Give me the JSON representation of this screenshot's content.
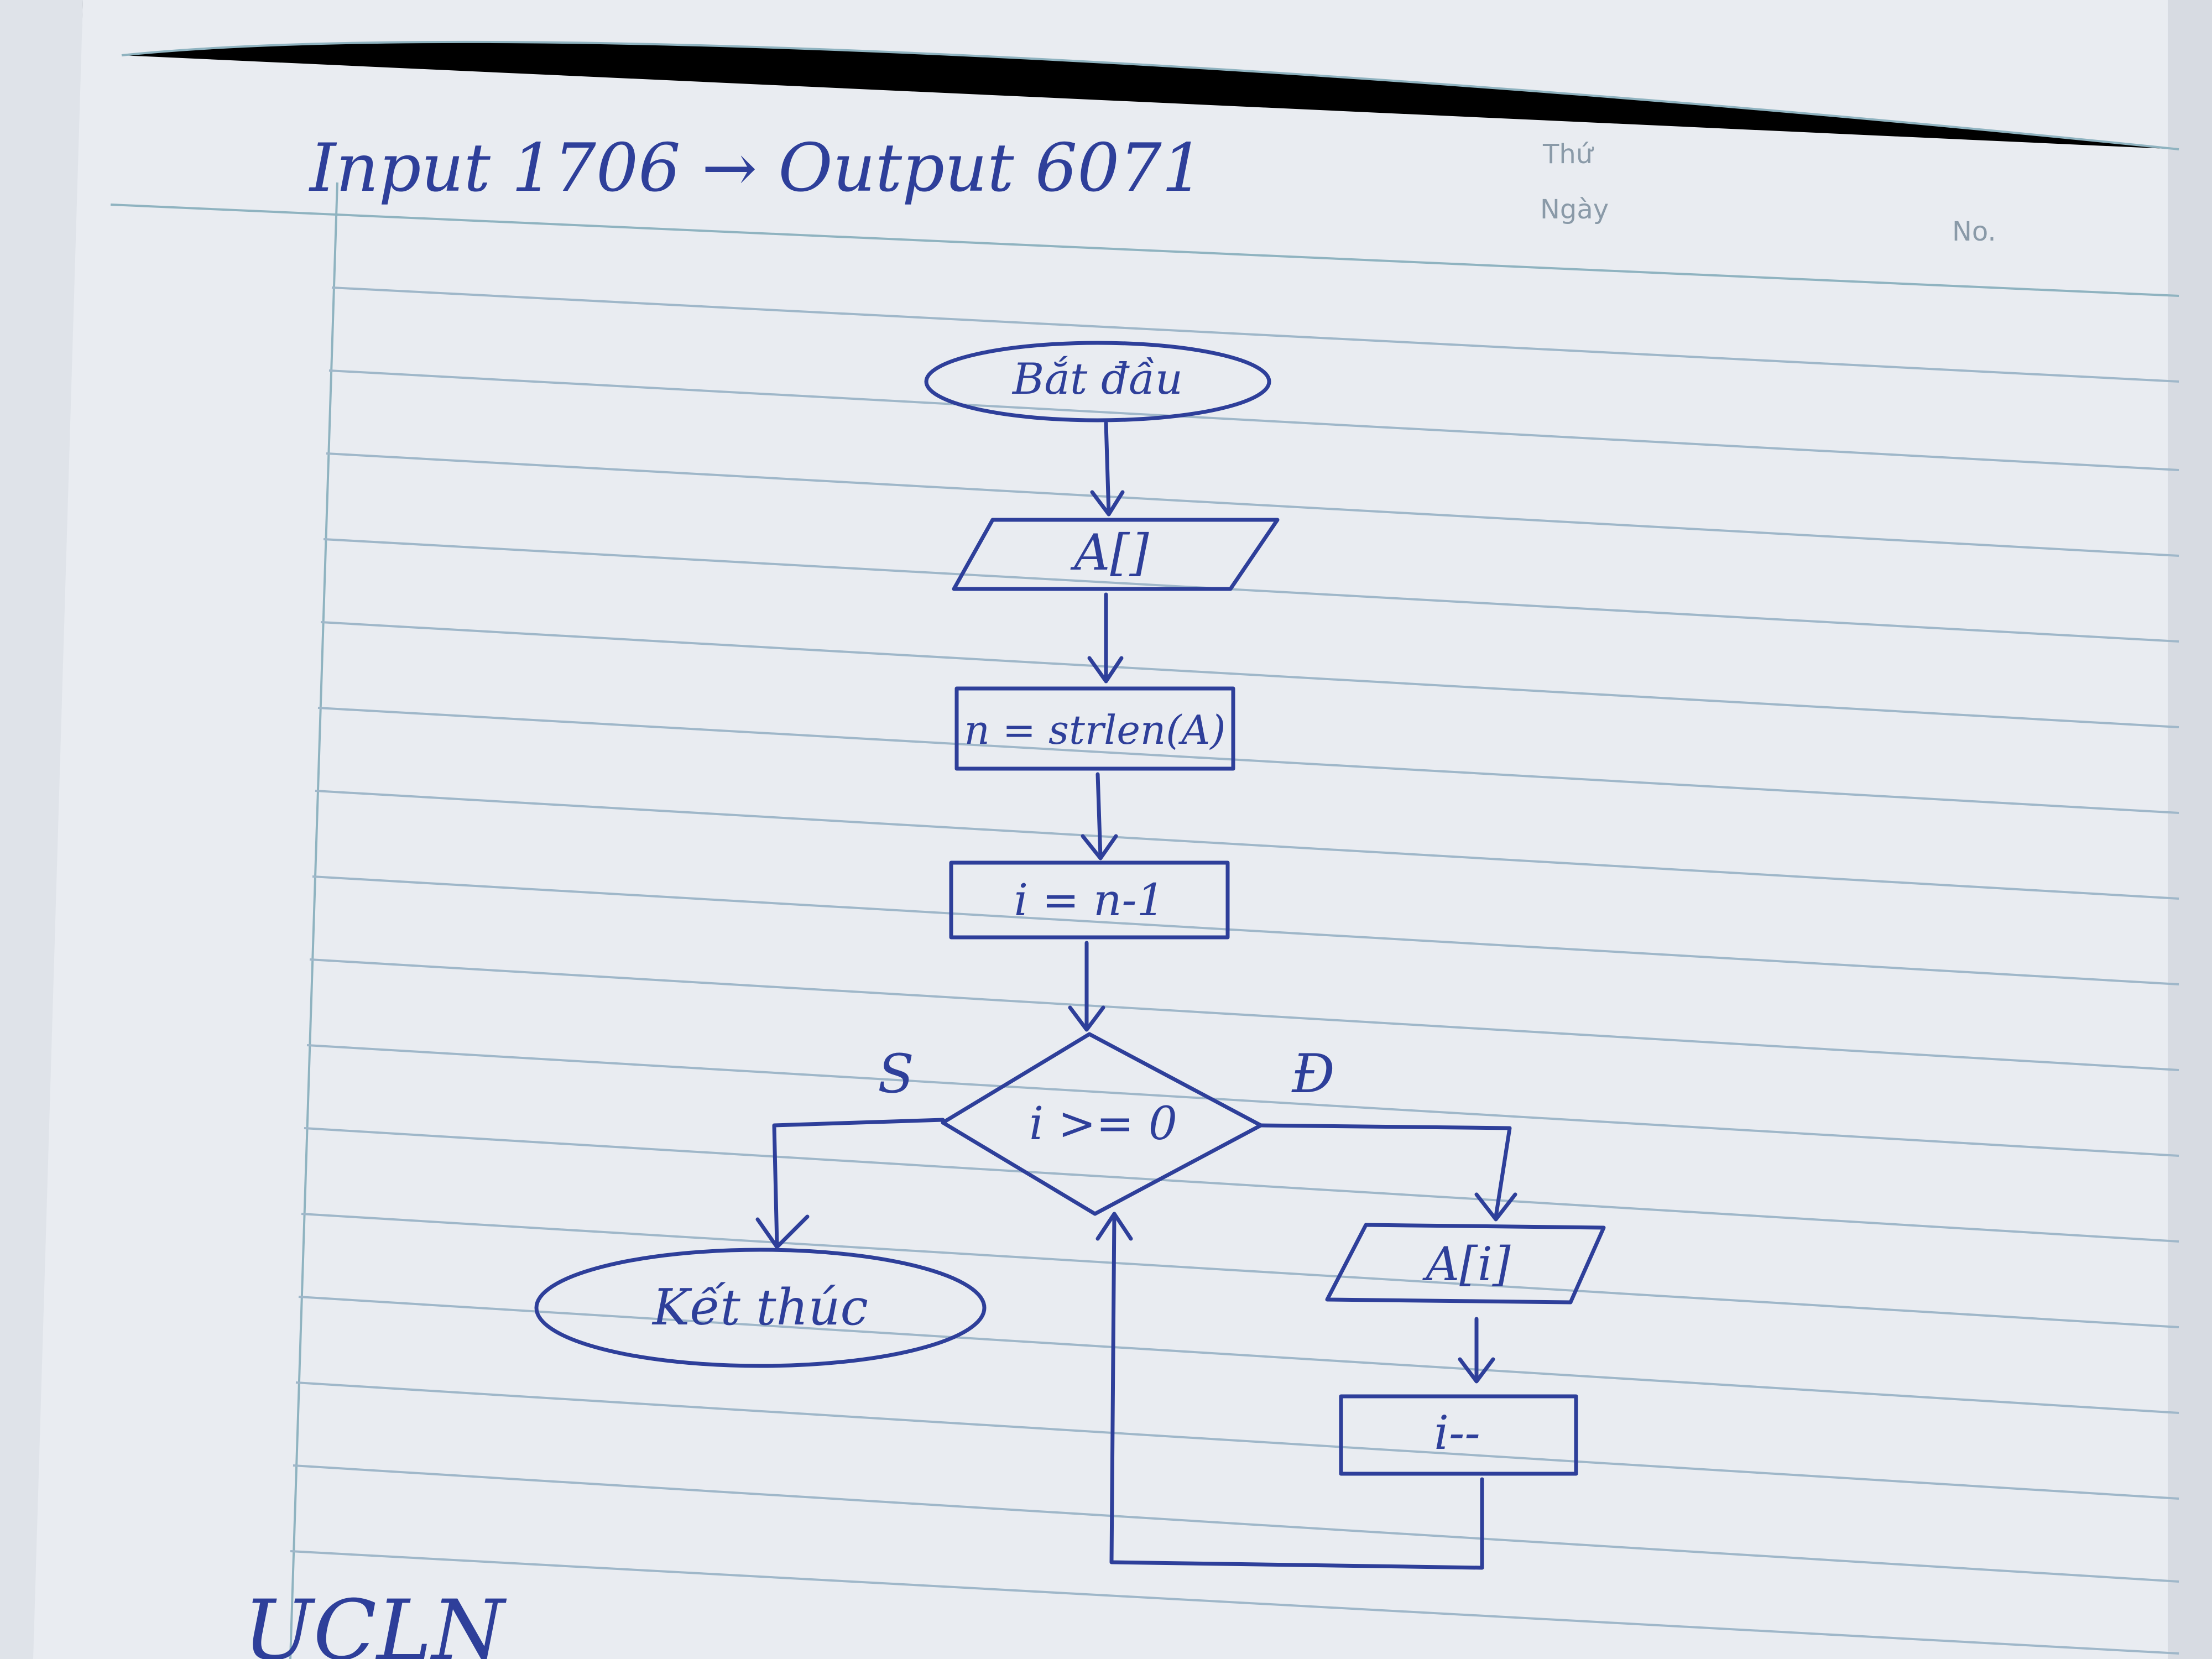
{
  "header": {
    "title": "Input 1706 → Output 6071",
    "print_thu": "Thứ",
    "print_ngay": "Ngày",
    "print_no": "No."
  },
  "flowchart": {
    "start": "Bắt đầu",
    "input_array": "A[]",
    "length_step": "n = strlen(A)",
    "init_step": "i = n-1",
    "condition": "i >= 0",
    "false_label": "S",
    "true_label": "Đ",
    "output_step": "A[i]",
    "decrement_step": "i--",
    "end": "Kết thúc"
  },
  "footer_scribble": "UCLN",
  "colors": {
    "paper": "#e9ecf1",
    "ink": "#2e3f9a",
    "rule_lines": "#9fb7c9"
  }
}
